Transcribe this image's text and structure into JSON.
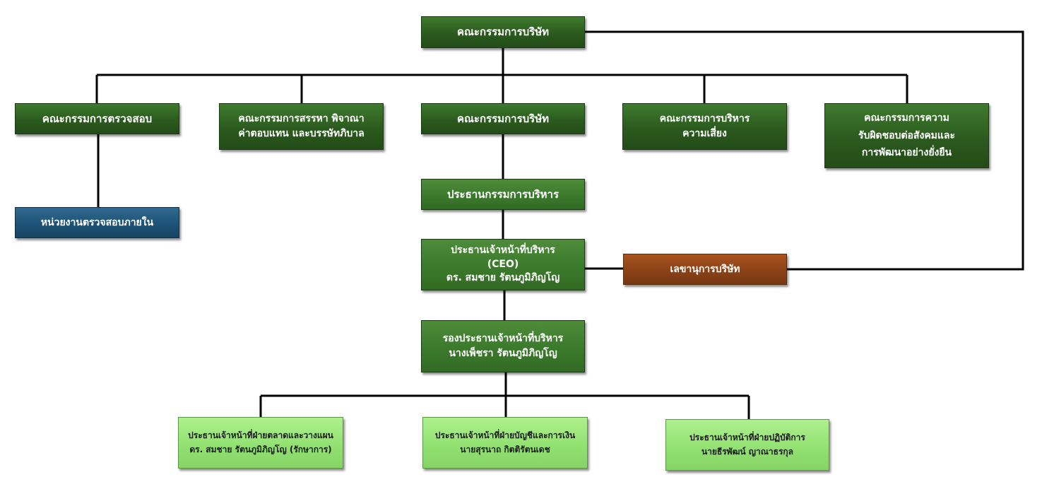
{
  "colors": {
    "dark_green": "#2b5a1e",
    "mid_green": "#3b7a2c",
    "light_green": "#90e070",
    "blue": "#1e5276",
    "brown": "#8b4217",
    "line": "#000000"
  },
  "nodes": {
    "board_top": [
      "คณะกรรมการบริษัท"
    ],
    "audit_committee": [
      "คณะกรรมการตรวจสอบ"
    ],
    "nomination_committee": [
      "คณะกรรมการสรรหา พิจาณา",
      "ค่าตอบแทน และบรรษัทภิบาล"
    ],
    "board_middle": [
      "คณะกรรมการบริษัท"
    ],
    "risk_committee": [
      "คณะกรรมการบริหาร",
      "ความเสี่ยง"
    ],
    "csr_committee": [
      "คณะกรรมการความ",
      "รับผิดชอบต่อสังคมและ",
      "การพัฒนาอย่างยั่งยืน"
    ],
    "internal_audit": [
      "หน่วยงานตรวจสอบภายใน"
    ],
    "executive_chairman": [
      "ประธานกรรมการบริหาร"
    ],
    "ceo": [
      "ประธานเจ้าหน้าที่บริหาร",
      "(CEO)",
      "ดร. สมชาย รัตนภูมิภิญโญ"
    ],
    "company_secretary": [
      "เลขานุการบริษัท"
    ],
    "deputy_ceo": [
      "รองประธานเจ้าหน้าที่บริหาร",
      "นางเพ็ชรา รัตนภูมิภิญโญ"
    ],
    "marketing_officer": [
      "ประธานเจ้าหน้าที่ฝ่ายตลาดและวางแผน",
      "ดร. สมชาย รัตนภูมิภิญโญ (รักษาการ)"
    ],
    "finance_officer": [
      "ประธานเจ้าหน้าที่ฝ่ายบัญชีและการเงิน",
      "นายสุรนาถ กิตติรัตนเดช"
    ],
    "operations_officer": [
      "ประธานเจ้าหน้าที่ฝ่ายปฏิบัติการ",
      "นายธีรพัฒน์ ญาณาธรกุล"
    ]
  }
}
